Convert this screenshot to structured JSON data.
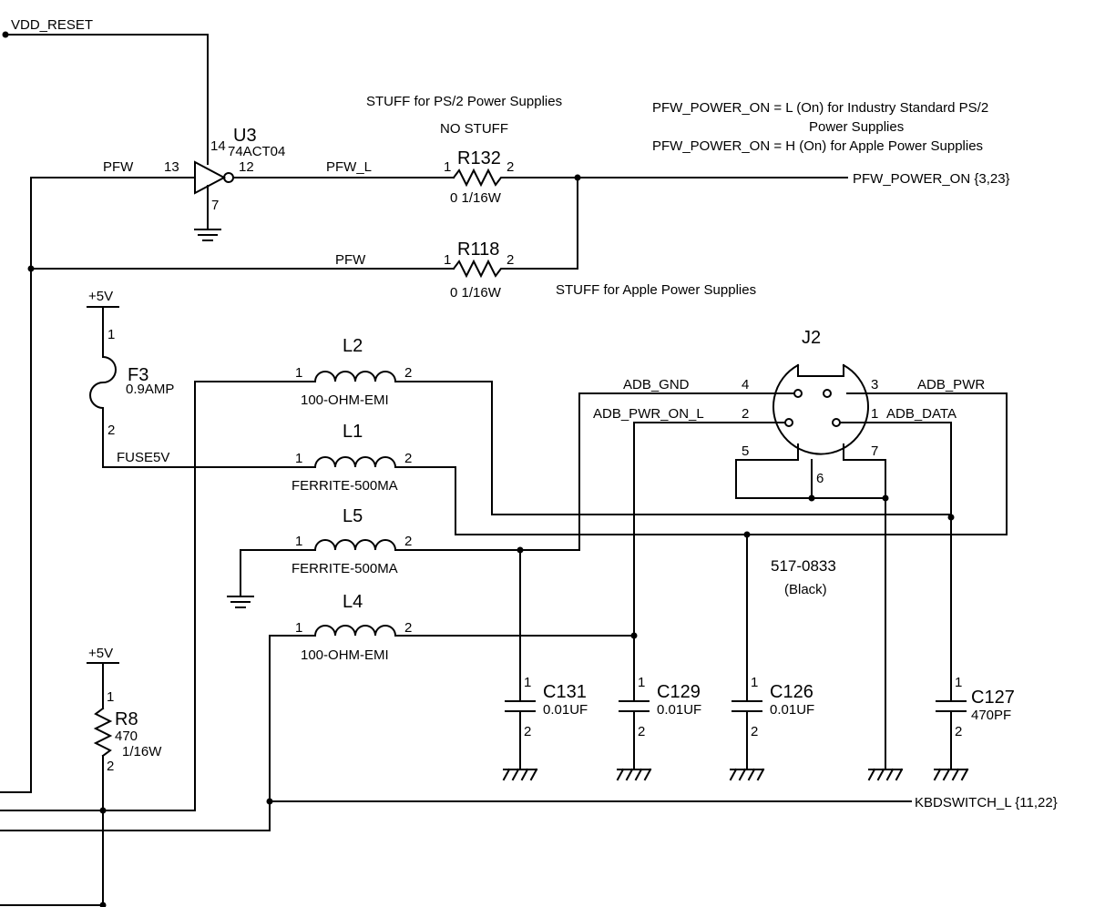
{
  "nets": {
    "vdd_reset": "VDD_RESET",
    "pfw_in": "PFW",
    "pfw_l": "PFW_L",
    "pfw_alt": "PFW",
    "pfw_power_on": "PFW_POWER_ON {3,23}",
    "fuse5v": "FUSE5V",
    "kbdswitch": "KBDSWITCH_L {11,22}",
    "adb_gnd": "ADB_GND",
    "adb_pwr": "ADB_PWR",
    "adb_pwr_on": "ADB_PWR_ON_L",
    "adb_data": "ADB_DATA",
    "plus5v_top": "+5V",
    "plus5v_bottom": "+5V"
  },
  "notes": {
    "stuff_ps2": "STUFF for PS/2 Power Supplies",
    "no_stuff": "NO STUFF",
    "stuff_apple": "STUFF for Apple Power Supplies",
    "pfw_note_1": "PFW_POWER_ON = L (On) for Industry Standard PS/2",
    "pfw_note_2": "Power Supplies",
    "pfw_note_3": "PFW_POWER_ON = H (On) for Apple Power Supplies"
  },
  "u3": {
    "ref": "U3",
    "part": "74ACT04",
    "pin_vcc": "14",
    "pin_in": "13",
    "pin_out": "12",
    "pin_gnd": "7"
  },
  "r132": {
    "ref": "R132",
    "value": "0 1/16W",
    "pin1": "1",
    "pin2": "2"
  },
  "r118": {
    "ref": "R118",
    "value": "0 1/16W",
    "pin1": "1",
    "pin2": "2"
  },
  "f3": {
    "ref": "F3",
    "value": "0.9AMP",
    "pin1": "1",
    "pin2": "2"
  },
  "l2": {
    "ref": "L2",
    "value": "100-OHM-EMI",
    "pin1": "1",
    "pin2": "2"
  },
  "l1": {
    "ref": "L1",
    "value": "FERRITE-500MA",
    "pin1": "1",
    "pin2": "2"
  },
  "l5": {
    "ref": "L5",
    "value": "FERRITE-500MA",
    "pin1": "1",
    "pin2": "2"
  },
  "l4": {
    "ref": "L4",
    "value": "100-OHM-EMI",
    "pin1": "1",
    "pin2": "2"
  },
  "r8": {
    "ref": "R8",
    "value1": "470",
    "value2": "1/16W",
    "pin1": "1",
    "pin2": "2"
  },
  "j2": {
    "ref": "J2",
    "part": "517-0833",
    "color": "(Black)",
    "pin1": "1",
    "pin2": "2",
    "pin3": "3",
    "pin4": "4",
    "pin5": "5",
    "pin6": "6",
    "pin7": "7"
  },
  "c131": {
    "ref": "C131",
    "value": "0.01UF",
    "pin1": "1",
    "pin2": "2"
  },
  "c129": {
    "ref": "C129",
    "value": "0.01UF",
    "pin1": "1",
    "pin2": "2"
  },
  "c126": {
    "ref": "C126",
    "value": "0.01UF",
    "pin1": "1",
    "pin2": "2"
  },
  "c127": {
    "ref": "C127",
    "value": "470PF",
    "pin1": "1",
    "pin2": "2"
  }
}
